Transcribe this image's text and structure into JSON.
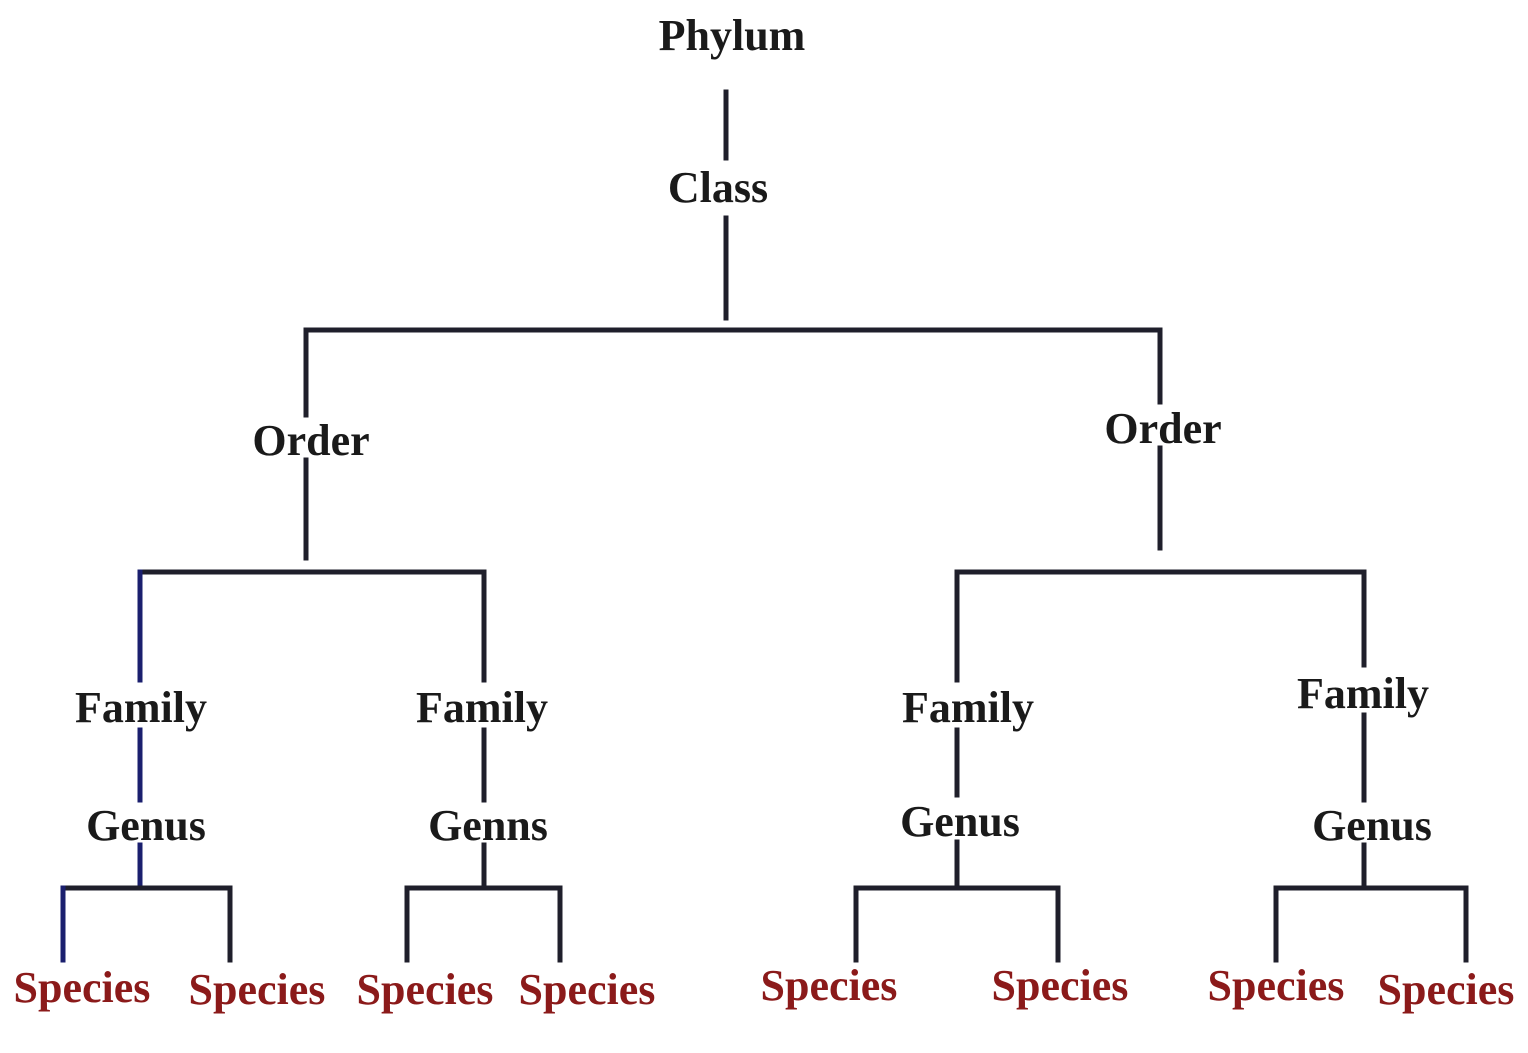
{
  "diagram": {
    "type": "taxonomy-tree",
    "root": {
      "label": "Phylum",
      "children": [
        {
          "label": "Class",
          "children": [
            {
              "label": "Order",
              "children": [
                {
                  "label": "Family",
                  "children": [
                    {
                      "label": "Genus",
                      "children": [
                        {
                          "label": "Species"
                        },
                        {
                          "label": "Species"
                        }
                      ]
                    }
                  ]
                },
                {
                  "label": "Family",
                  "children": [
                    {
                      "label": "Genns",
                      "children": [
                        {
                          "label": "Species"
                        },
                        {
                          "label": "Species"
                        }
                      ]
                    }
                  ]
                }
              ]
            },
            {
              "label": "Order",
              "children": [
                {
                  "label": "Family",
                  "children": [
                    {
                      "label": "Genus",
                      "children": [
                        {
                          "label": "Species"
                        },
                        {
                          "label": "Species"
                        }
                      ]
                    }
                  ]
                },
                {
                  "label": "Family",
                  "children": [
                    {
                      "label": "Genus",
                      "children": [
                        {
                          "label": "Species"
                        },
                        {
                          "label": "Species"
                        }
                      ]
                    }
                  ]
                }
              ]
            }
          ]
        }
      ]
    },
    "colors": {
      "text": "#1a1a1a",
      "species_text": "#8b1a1a",
      "lines": "#1f1f2b",
      "accent_lines": "#1a1f6e",
      "background": "#ffffff"
    }
  }
}
